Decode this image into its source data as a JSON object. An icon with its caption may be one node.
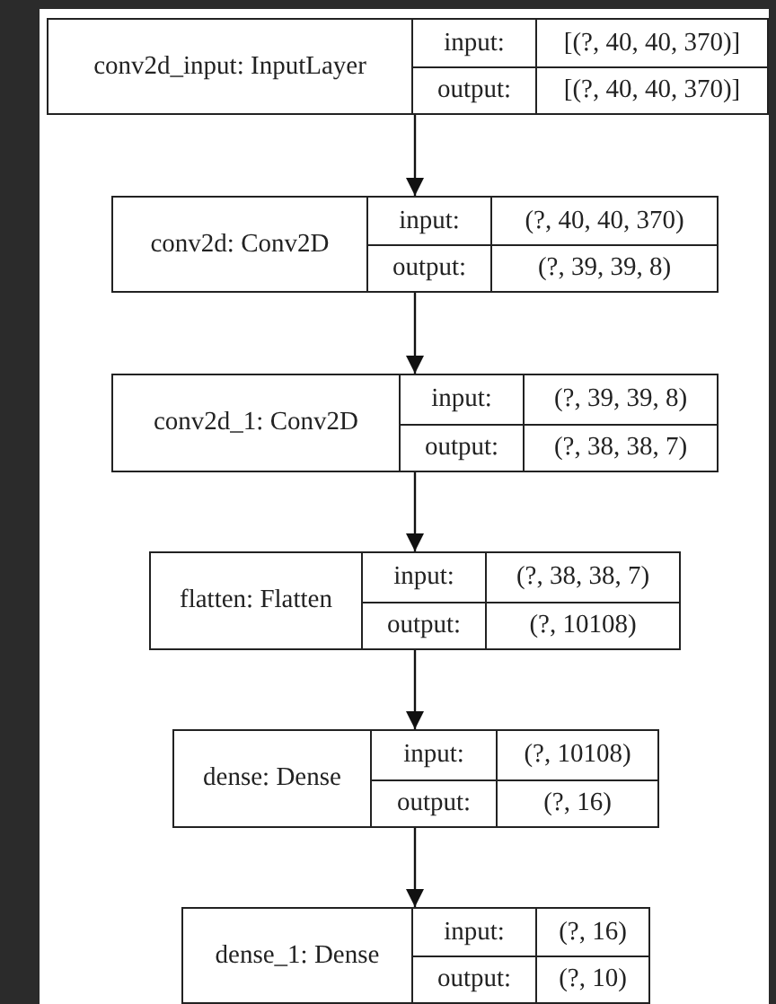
{
  "diagram": {
    "nodes": [
      {
        "text": [
          "conv2d_input: InputLayer",
          "input:",
          "[(?, 40, 40, 370)]",
          "output:",
          "[(?, 40, 40, 370)]"
        ]
      },
      {
        "text": [
          "conv2d: Conv2D",
          "input:",
          "(?, 40, 40, 370)",
          "output:",
          "(?, 39, 39, 8)"
        ]
      },
      {
        "text": [
          "conv2d_1: Conv2D",
          "input:",
          "(?, 39, 39, 8)",
          "output:",
          "(?, 38, 38, 7)"
        ]
      },
      {
        "text": [
          "flatten: Flatten",
          "input:",
          "(?, 38, 38, 7)",
          "output:",
          "(?, 10108)"
        ]
      },
      {
        "text": [
          "dense: Dense",
          "input:",
          "(?, 10108)",
          "output:",
          "(?, 16)"
        ]
      },
      {
        "text": [
          "dense_1: Dense",
          "input:",
          "(?, 16)",
          "output:",
          "(?, 10)"
        ]
      }
    ],
    "edges": [
      {
        "from": 0,
        "to": 1,
        "arrow": "to"
      },
      {
        "from": 1,
        "to": 2,
        "arrow": "to"
      },
      {
        "from": 2,
        "to": 3,
        "arrow": "to"
      },
      {
        "from": 3,
        "to": 4,
        "arrow": "to"
      },
      {
        "from": 4,
        "to": 5,
        "arrow": "to"
      }
    ]
  }
}
